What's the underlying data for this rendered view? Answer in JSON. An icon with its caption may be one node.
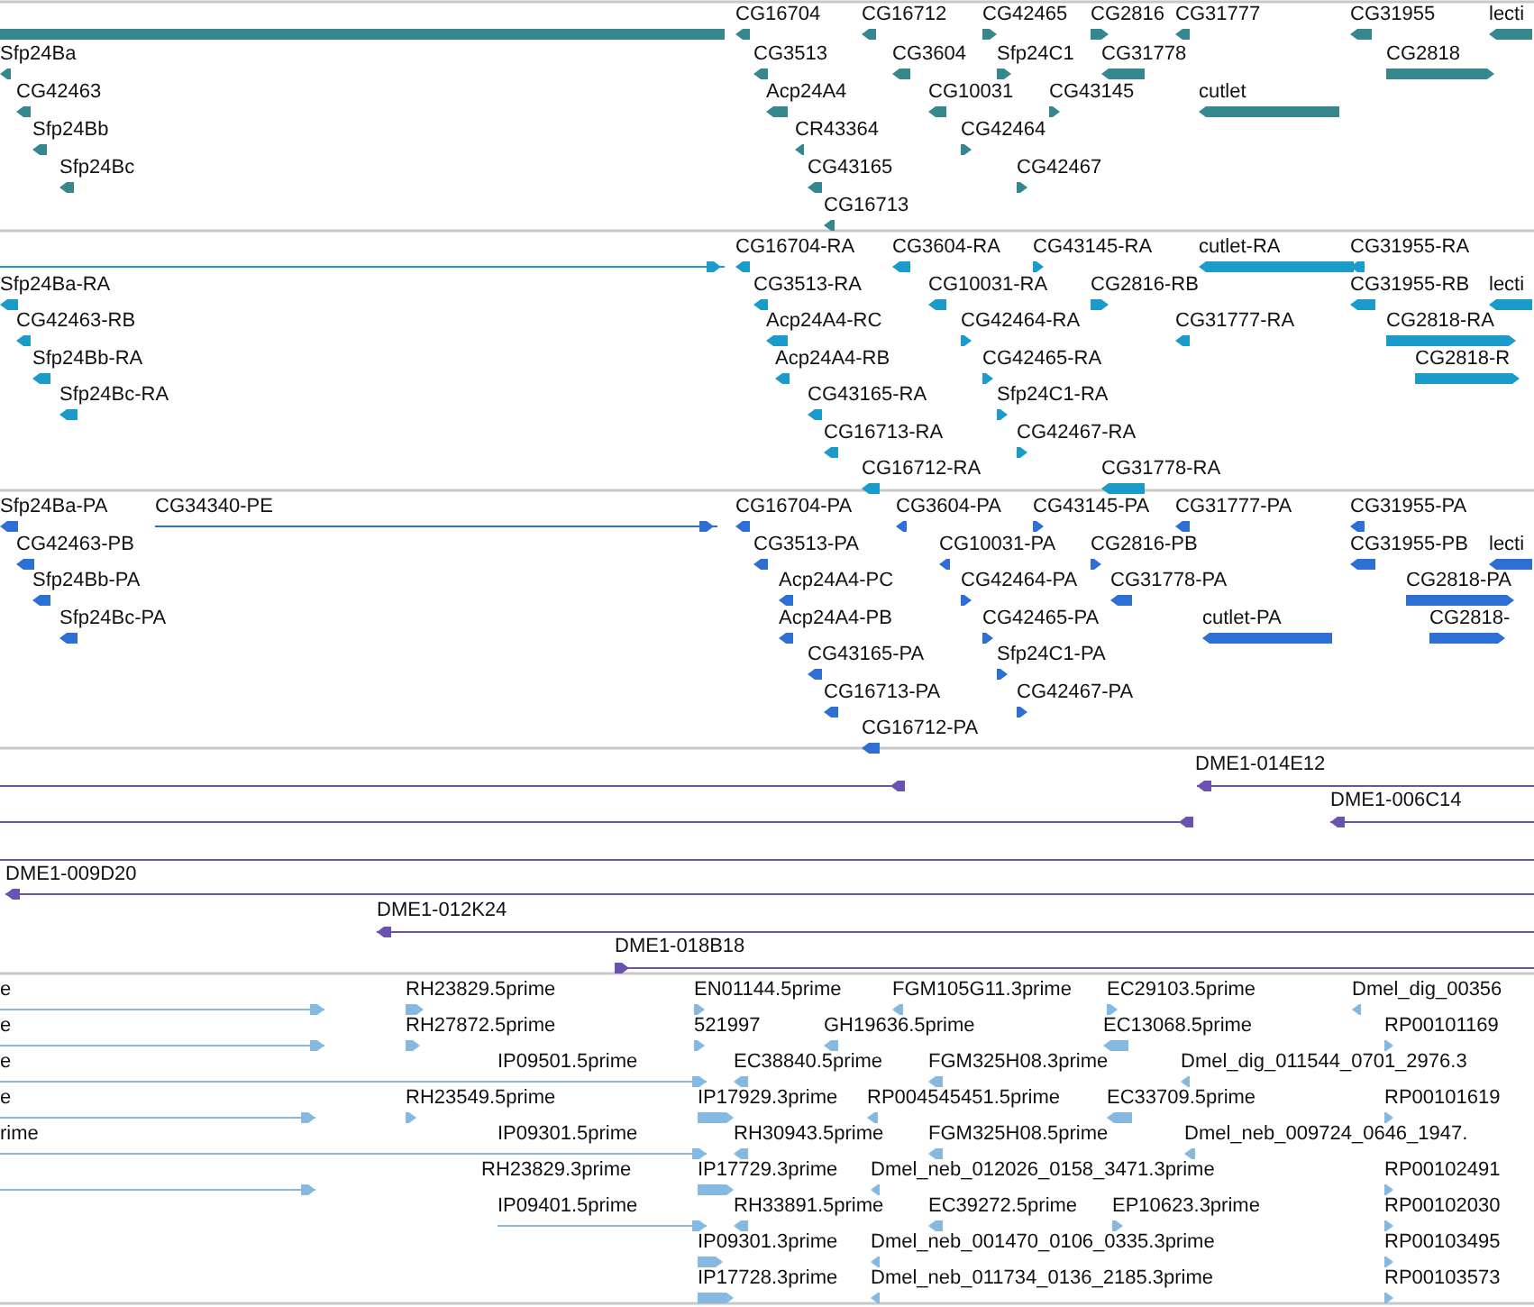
{
  "diagram": {
    "labels": [
      "CG16704",
      "CG16712",
      "CG42465",
      "CG2816",
      "CG31777",
      "CG31955",
      "lecti",
      "Sfp24Ba",
      "CG3513",
      "CG3604",
      "Sfp24C1",
      "CG31778",
      "CG2818",
      "CG42463",
      "Acp24A4",
      "CG10031",
      "CG43145",
      "cutlet",
      "Sfp24Bb",
      "CR43364",
      "CG42464",
      "Sfp24Bc",
      "CG43165",
      "CG42467",
      "CG16713",
      "CG16704-RA",
      "CG3604-RA",
      "CG43145-RA",
      "cutlet-RA",
      "CG31955-RA",
      "Sfp24Ba-RA",
      "CG3513-RA",
      "CG10031-RA",
      "CG2816-RB",
      "CG31955-RB",
      "lecti",
      "CG42463-RB",
      "Acp24A4-RC",
      "CG42464-RA",
      "CG31777-RA",
      "CG2818-RA",
      "Sfp24Bb-RA",
      "Acp24A4-RB",
      "CG42465-RA",
      "CG2818-R",
      "Sfp24Bc-RA",
      "CG43165-RA",
      "Sfp24C1-RA",
      "CG16713-RA",
      "CG42467-RA",
      "CG16712-RA",
      "CG31778-RA",
      "Sfp24Ba-PA",
      "CG34340-PE",
      "CG16704-PA",
      "CG3604-PA",
      "CG43145-PA",
      "CG31777-PA",
      "CG31955-PA",
      "CG42463-PB",
      "CG3513-PA",
      "CG10031-PA",
      "CG2816-PB",
      "CG31955-PB",
      "lecti",
      "Sfp24Bb-PA",
      "Acp24A4-PC",
      "CG42464-PA",
      "CG31778-PA",
      "CG2818-PA",
      "Sfp24Bc-PA",
      "Acp24A4-PB",
      "CG42465-PA",
      "cutlet-PA",
      "CG2818-",
      "CG43165-PA",
      "Sfp24C1-PA",
      "CG16713-PA",
      "CG42467-PA",
      "CG16712-PA",
      "DME1-014E12",
      "DME1-006C14",
      "DME1-009D20",
      "DME1-012K24",
      "DME1-018B18",
      "e",
      "RH23829.5prime",
      "EN01144.5prime",
      "FGM105G11.3prime",
      "EC29103.5prime",
      "Dmel_dig_00356",
      "e",
      "RH27872.5prime",
      "521997",
      "GH19636.5prime",
      "EC13068.5prime",
      "RP00101169",
      "e",
      "IP09501.5prime",
      "EC38840.5prime",
      "FGM325H08.3prime",
      "Dmel_dig_011544_0701_2976.3",
      "e",
      "RH23549.5prime",
      "IP17929.3prime",
      "RP004545451.5prime",
      "EC33709.5prime",
      "RP00101619",
      "rime",
      "IP09301.5prime",
      "RH30943.5prime",
      "FGM325H08.5prime",
      "Dmel_neb_009724_0646_1947.",
      "RH23829.3prime",
      "IP17729.3prime",
      "Dmel_neb_012026_0158_3471.3prime",
      "RP00102491",
      "IP09401.5prime",
      "RH33891.5prime",
      "EC39272.5prime",
      "EP10623.3prime",
      "RP00102030",
      "IP09301.3prime",
      "Dmel_neb_001470_0106_0335.3prime",
      "RP00103495",
      "IP17728.3prime",
      "Dmel_neb_011734_0136_2185.3prime",
      "RP00103573"
    ]
  }
}
